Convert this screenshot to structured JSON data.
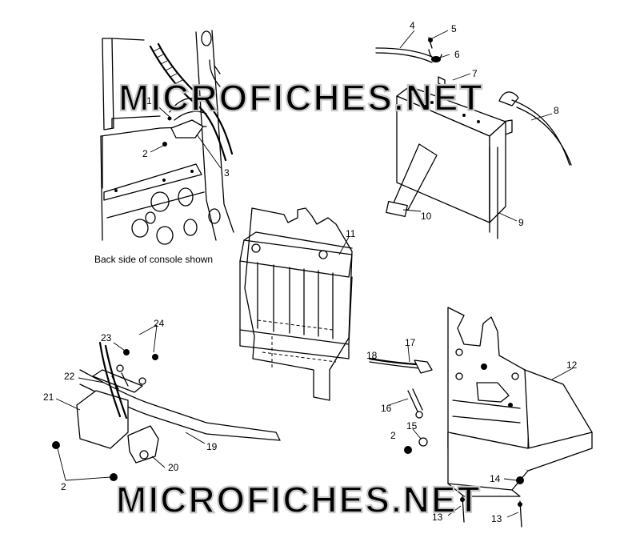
{
  "caption": "Back side of console shown",
  "watermark": "MICROFICHES.NET",
  "callouts": [
    {
      "id": "c1",
      "text": "1"
    },
    {
      "id": "c2a",
      "text": "2"
    },
    {
      "id": "c3",
      "text": "3"
    },
    {
      "id": "c4",
      "text": "4"
    },
    {
      "id": "c5",
      "text": "5"
    },
    {
      "id": "c6",
      "text": "6"
    },
    {
      "id": "c7",
      "text": "7"
    },
    {
      "id": "c8",
      "text": "8"
    },
    {
      "id": "c9",
      "text": "9"
    },
    {
      "id": "c10",
      "text": "10"
    },
    {
      "id": "c11",
      "text": "11"
    },
    {
      "id": "c12",
      "text": "12"
    },
    {
      "id": "c13a",
      "text": "13"
    },
    {
      "id": "c13b",
      "text": "13"
    },
    {
      "id": "c14",
      "text": "14"
    },
    {
      "id": "c15",
      "text": "15"
    },
    {
      "id": "c16",
      "text": "16"
    },
    {
      "id": "c17",
      "text": "17"
    },
    {
      "id": "c18",
      "text": "18"
    },
    {
      "id": "c19",
      "text": "19"
    },
    {
      "id": "c20",
      "text": "20"
    },
    {
      "id": "c21",
      "text": "21"
    },
    {
      "id": "c22",
      "text": "22"
    },
    {
      "id": "c23",
      "text": "23"
    },
    {
      "id": "c24",
      "text": "24"
    },
    {
      "id": "c2b",
      "text": "2"
    },
    {
      "id": "c2c",
      "text": "2"
    }
  ]
}
